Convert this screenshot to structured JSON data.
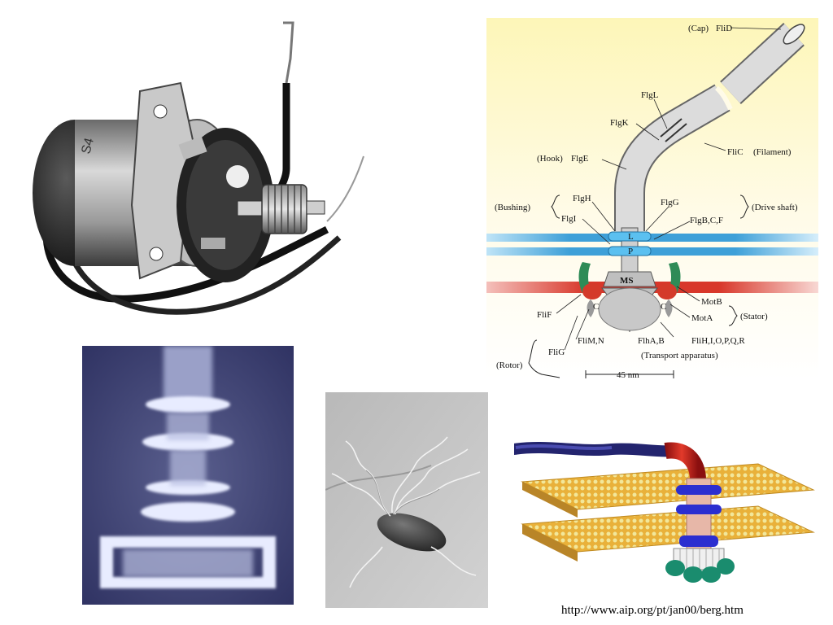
{
  "diagram": {
    "labels": {
      "cap": "(Cap)",
      "flid": "FliD",
      "flgl": "FlgL",
      "flgk": "FlgK",
      "flic": "FliC",
      "filament": "(Filament)",
      "hook": "(Hook)",
      "flge": "FlgE",
      "bushing": "(Bushing)",
      "flgh": "FlgH",
      "flgi": "FlgI",
      "flgg": "FlgG",
      "drive_shaft": "(Drive shaft)",
      "flgbcf": "FlgB,C,F",
      "ring_l": "L",
      "ring_p": "P",
      "ms": "MS",
      "mot_b": "MotB",
      "mot_a": "MotA",
      "stator": "(Stator)",
      "c_left": "C",
      "c_right": "C",
      "flif": "FliF",
      "flim": "FliM,N",
      "flg": "FliG",
      "rotor": "(Rotor)",
      "flhab": "FlhA,B",
      "flih": "FliH,I,O,P,Q,R",
      "transport": "(Transport apparatus)",
      "scale": "45 nm"
    },
    "colors": {
      "background_top": "#fdf6b8",
      "outer_membrane": "#3ea0d8",
      "inner_membrane": "#d8372a",
      "motor_green": "#2e8b57",
      "motor_red": "#d43a2a",
      "filament": "#d8d8d8",
      "bushing_ring": "#5bc0f0"
    }
  },
  "footer": {
    "url": "http://www.aip.org/pt/jan00/berg.htm"
  }
}
